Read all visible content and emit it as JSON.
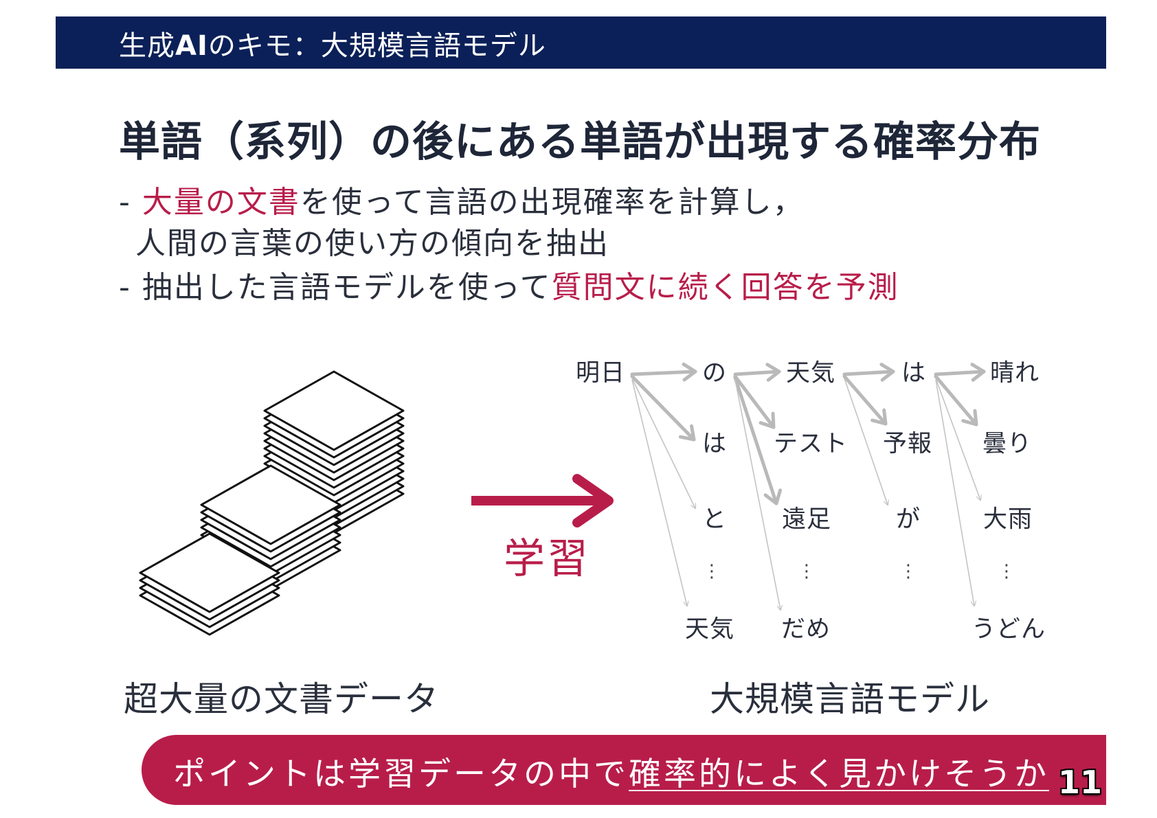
{
  "header": {
    "title_pre": "生成",
    "title_ai": "AI",
    "title_post": "のキモ：大規模言語モデル"
  },
  "headline": "単語（系列）の後にある単語が出現する確率分布",
  "bullets": {
    "b1_dash": "- ",
    "b1_hl": "大量の文書",
    "b1_rest": "を使って言語の出現確率を計算し，",
    "b1_line2": "人間の言葉の使い方の傾向を抽出",
    "b2_dash": "- ",
    "b2_text": "抽出した言語モデルを使って",
    "b2_hl": "質問文に続く回答を予測"
  },
  "learning_label": "学習",
  "captions": {
    "left": "超大量の文書データ",
    "right": "大規模言語モデル"
  },
  "model": {
    "source": "明日",
    "col1": [
      "の",
      "は",
      "と",
      "⋮",
      "天気"
    ],
    "col2": [
      "天気",
      "テスト",
      "遠足",
      "⋮",
      "だめ"
    ],
    "col3": [
      "は",
      "予報",
      "が",
      "⋮"
    ],
    "col4": [
      "晴れ",
      "曇り",
      "大雨",
      "⋮",
      "うどん"
    ]
  },
  "banner": {
    "text_plain": "ポイントは学習データの中で",
    "text_underlined": "確率的によく見かけそうか"
  },
  "page_number": "11",
  "colors": {
    "header_bg": "#0b2058",
    "accent": "#b81d4a",
    "arrow_gray": "#b9b9b9",
    "text": "#2a2f3c"
  }
}
